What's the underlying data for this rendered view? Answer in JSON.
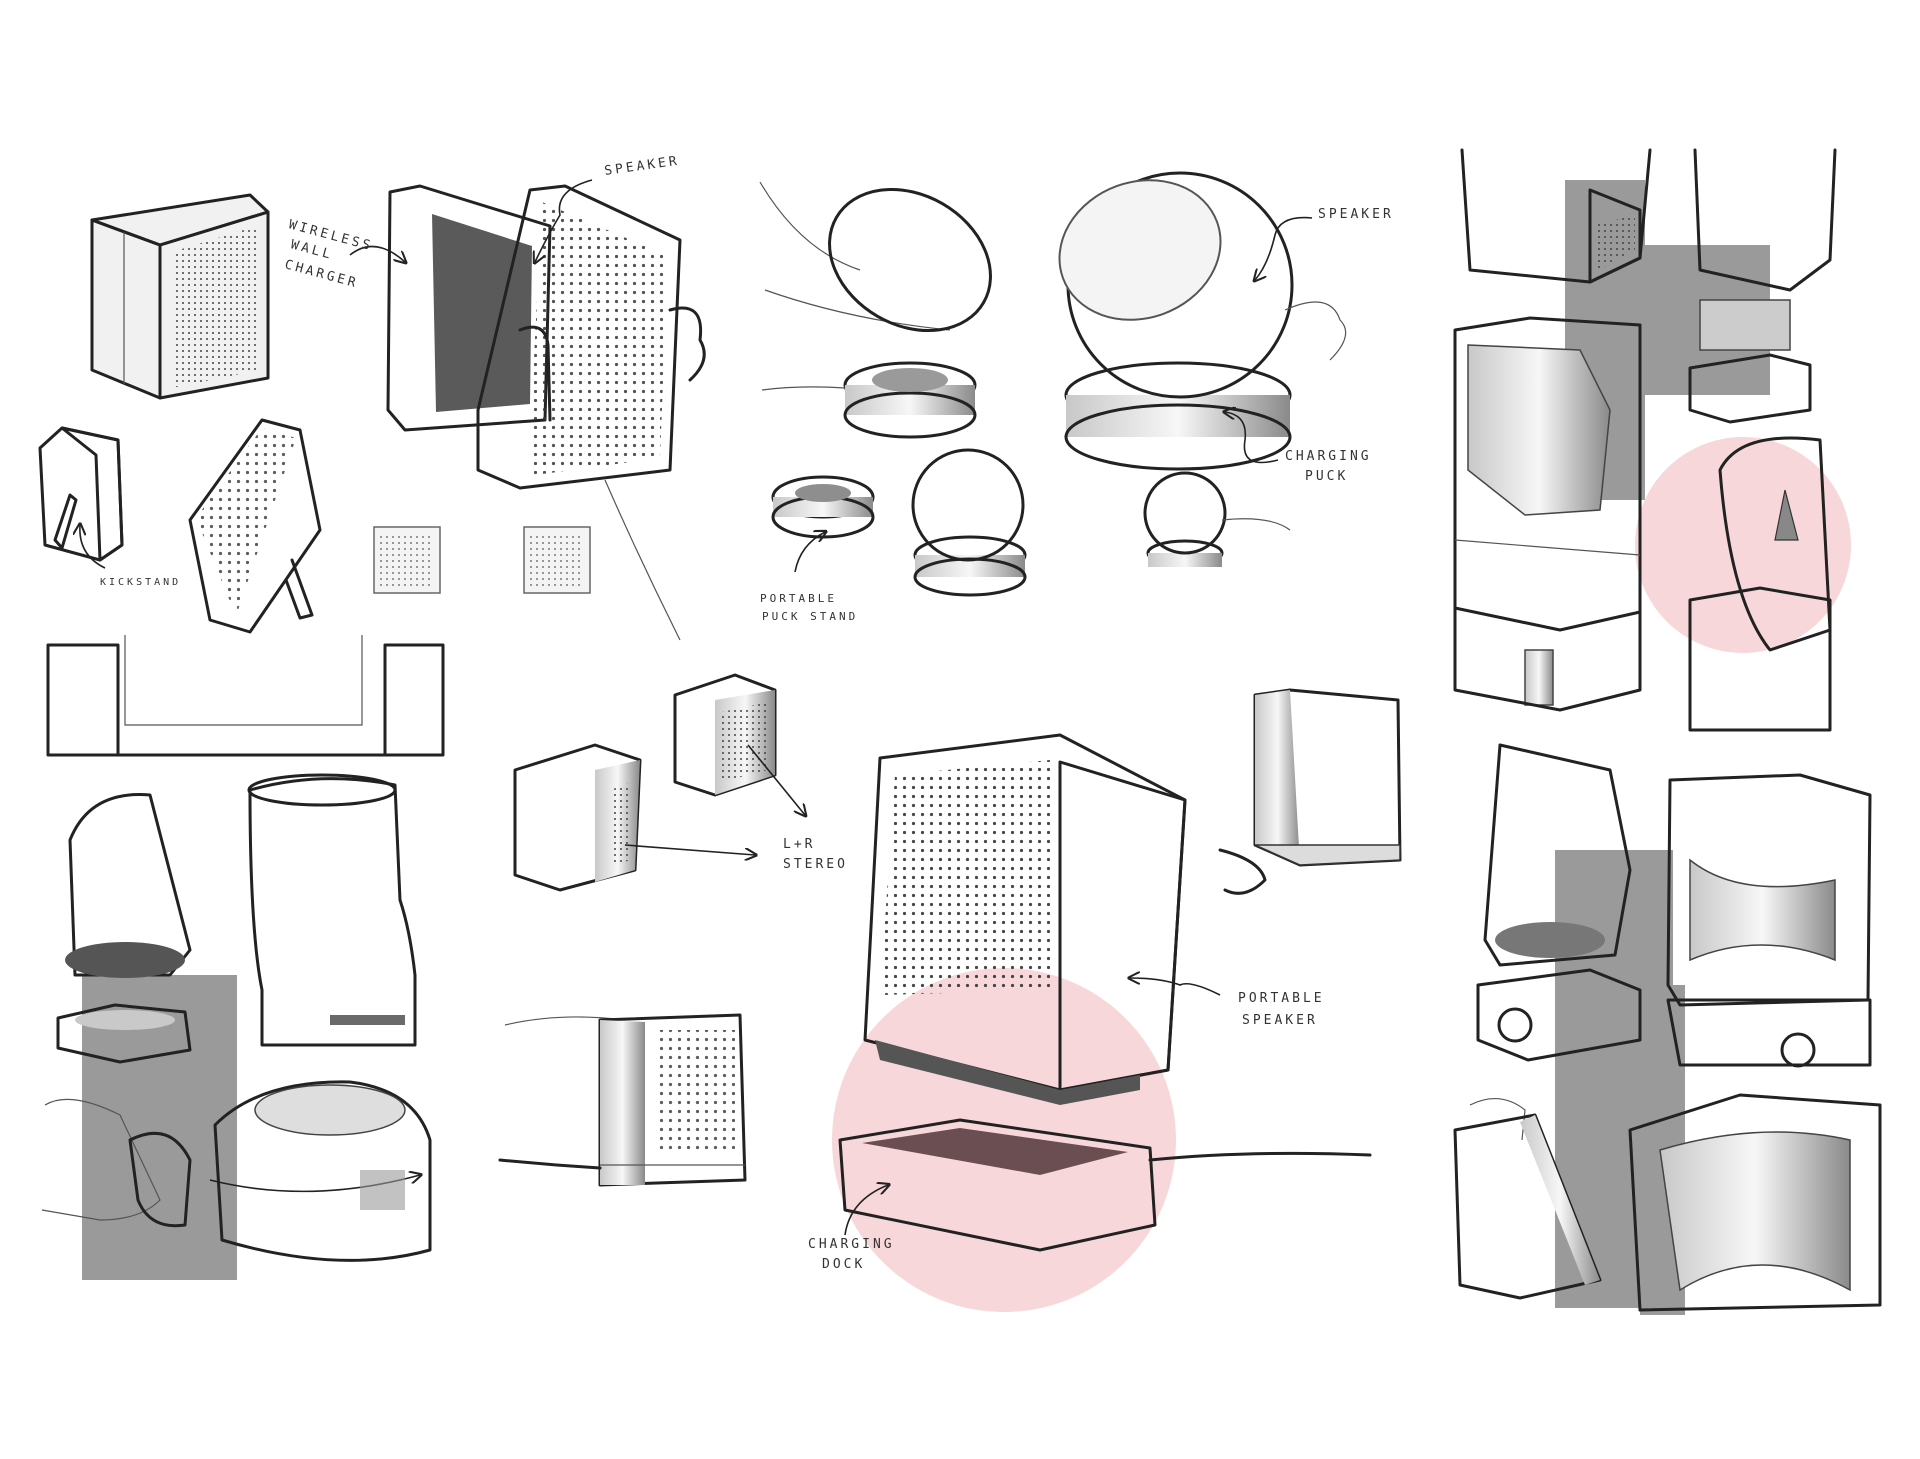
{
  "labels": {
    "wireless_wall_charger": [
      "WIRELESS",
      "WALL",
      "CHARGER"
    ],
    "speaker_top": "SPEAKER",
    "kickstand": "KICKSTAND",
    "speaker_puck": "SPEAKER",
    "charging_puck": [
      "CHARGING",
      "PUCK"
    ],
    "portable_puck_stand": [
      "PORTABLE",
      "PUCK STAND"
    ],
    "stereo": [
      "L+R",
      "STEREO"
    ],
    "portable_speaker": [
      "PORTABLE",
      "SPEAKER"
    ],
    "charging_dock": [
      "CHARGING",
      "DOCK"
    ]
  },
  "colors": {
    "accent_pink": "#f7d7d9",
    "block_gray": "#9a9a9a",
    "ink": "#222222",
    "body_light": "#f2f2f2",
    "body_mid": "#cfcfcf",
    "body_dark": "#8c8c8c"
  }
}
